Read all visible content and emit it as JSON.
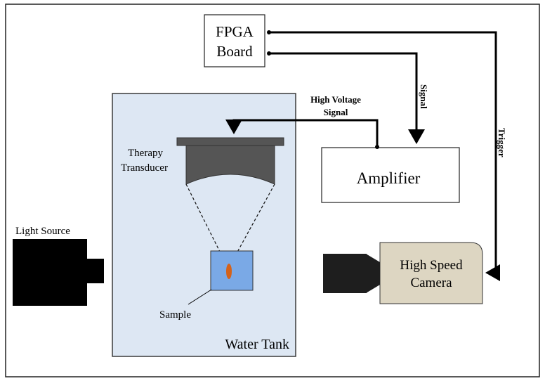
{
  "labels": {
    "fpga_line1": "FPGA",
    "fpga_line2": "Board",
    "amplifier": "Amplifier",
    "camera_line1": "High Speed",
    "camera_line2": "Camera",
    "water_tank": "Water Tank",
    "therapy_line1": "Therapy",
    "therapy_line2": "Transducer",
    "sample": "Sample",
    "light_source": "Light Source",
    "hv_line1": "High Voltage",
    "hv_line2": "Signal",
    "signal": "Signal",
    "trigger": "Trigger"
  },
  "colors": {
    "tank_fill": "#dde7f3",
    "tank_stroke": "#3a3a3a",
    "transducer_fill": "#555555",
    "sample_fill": "#7aa9e6",
    "focus_fill": "#d4621a",
    "camera_body_fill": "#ddd6c2",
    "camera_lens_fill": "#1e1e1e",
    "light_fill": "#000000",
    "wire": "#000000"
  }
}
